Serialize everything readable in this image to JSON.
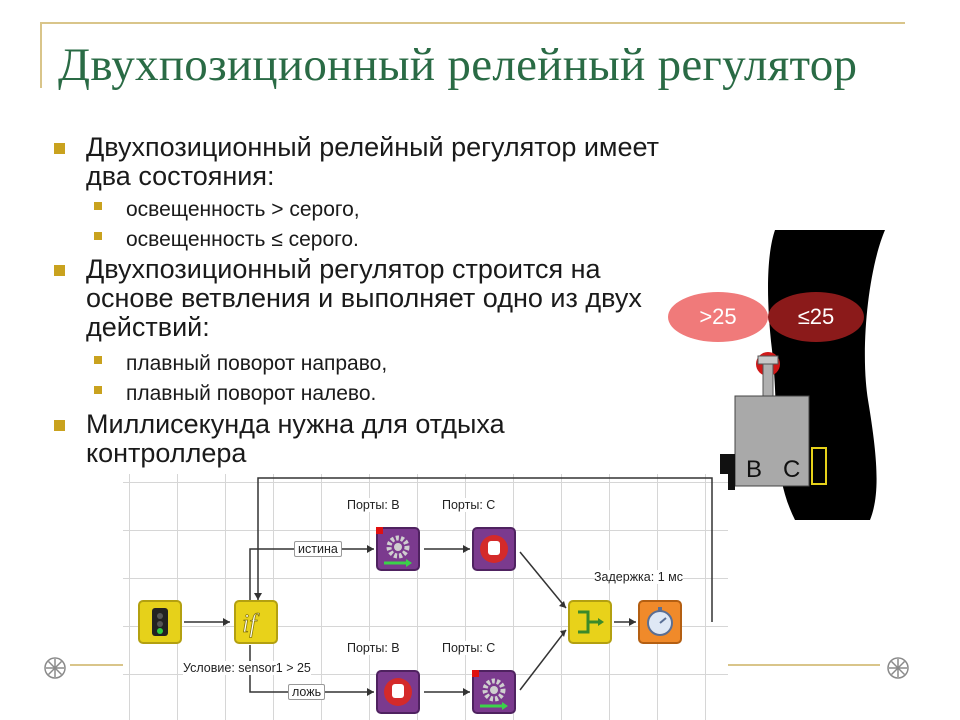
{
  "title": "Двухпозиционный релейный регулятор",
  "bullets": [
    {
      "text": "Двухпозиционный релейный регулятор имеет два состояния:",
      "sub": [
        "освещенность > серого,",
        "освещенность ≤ серого."
      ]
    },
    {
      "text": "Двухпозиционный регулятор строится на основе ветвления и выполняет одно из двух действий:",
      "sub": [
        "плавный поворот направо,",
        "плавный поворот налево."
      ]
    },
    {
      "text": "Миллисекунда нужна для отдыха контроллера",
      "sub": []
    }
  ],
  "diagram": {
    "true_label": "истина",
    "false_label": "ложь",
    "condition_label": "Условие: sensor1 > 25",
    "top_left_port": "Порты: B",
    "top_right_port": "Порты: C",
    "bottom_left_port": "Порты: B",
    "bottom_right_port": "Порты: C",
    "delay_label": "Задержка: 1 мс"
  },
  "robot": {
    "zone_above": ">25",
    "zone_below": "≤25",
    "port_b": "B",
    "port_c": "C"
  },
  "colors": {
    "title": "#2a6b45",
    "bullet": "#c9a21e",
    "frame": "#d9c58a",
    "zone_above": "#f07a7a",
    "zone_below": "#8b1a1a",
    "block_motor": "#7b3a8e",
    "block_if": "#e8d21a"
  }
}
